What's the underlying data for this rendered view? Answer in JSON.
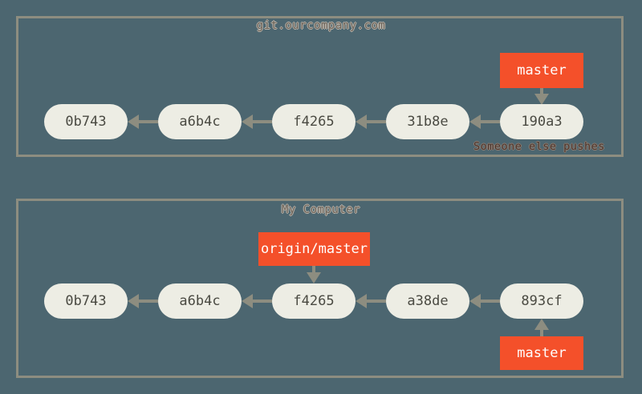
{
  "diagram": {
    "title": "Git push/fetch state diagram",
    "background_color": "#4c6670",
    "panel_border_color": "#8d8d80",
    "commit_node_color": "#edede4",
    "commit_text_color": "#4a4a42",
    "ref_label_color": "#f4502a",
    "ref_label_text_color": "#ffffff",
    "arrow_color": "#8d8d80",
    "annotation_color": "#4a342c",
    "title_color": "#6b6258"
  },
  "remote_panel": {
    "title": "git.ourcompany.com",
    "commits": [
      {
        "id": "0b743"
      },
      {
        "id": "a6b4c"
      },
      {
        "id": "f4265"
      },
      {
        "id": "31b8e"
      },
      {
        "id": "190a3"
      }
    ],
    "refs": [
      {
        "name": "master",
        "points_to": "190a3"
      }
    ],
    "annotation": "Someone else pushes"
  },
  "local_panel": {
    "title": "My Computer",
    "commits": [
      {
        "id": "0b743"
      },
      {
        "id": "a6b4c"
      },
      {
        "id": "f4265"
      },
      {
        "id": "a38de"
      },
      {
        "id": "893cf"
      }
    ],
    "refs": [
      {
        "name": "origin/master",
        "points_to": "f4265"
      },
      {
        "name": "master",
        "points_to": "893cf"
      }
    ]
  }
}
